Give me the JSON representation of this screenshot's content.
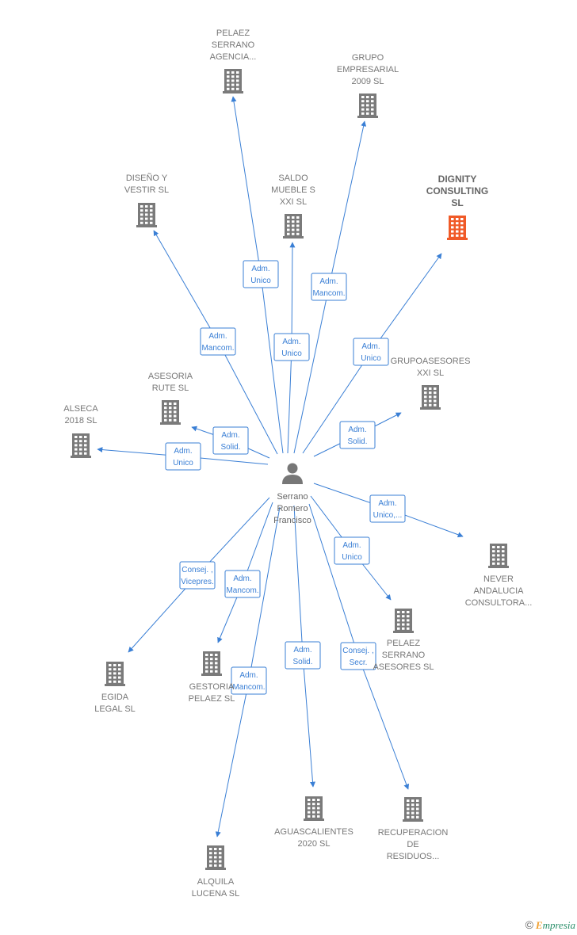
{
  "center": {
    "label_lines": [
      "Serrano",
      "Romero",
      "Francisco"
    ],
    "icon": "person-icon"
  },
  "colors": {
    "edge": "#3a7fd5",
    "building": "#7a7a7a",
    "building_highlight": "#f05a28"
  },
  "nodes": [
    {
      "id": "pelaez-serrano-agencia",
      "label_lines": [
        "PELAEZ",
        "SERRANO",
        "AGENCIA..."
      ],
      "highlight": false
    },
    {
      "id": "grupo-empresarial-2009",
      "label_lines": [
        "GRUPO",
        "EMPRESARIAL",
        "2009 SL"
      ],
      "highlight": false
    },
    {
      "id": "diseno-y-vestir",
      "label_lines": [
        "DISEÑO Y",
        "VESTIR SL"
      ],
      "highlight": false
    },
    {
      "id": "saldo-mueble",
      "label_lines": [
        "SALDO",
        "MUEBLE S",
        "XXI SL"
      ],
      "highlight": false
    },
    {
      "id": "dignity-consulting",
      "label_lines": [
        "DIGNITY",
        "CONSULTING",
        "SL"
      ],
      "highlight": true
    },
    {
      "id": "grupoasesores-xxi",
      "label_lines": [
        "GRUPOASESORES",
        "XXI SL"
      ],
      "highlight": false
    },
    {
      "id": "asesoria-rute",
      "label_lines": [
        "ASESORIA",
        "RUTE SL"
      ],
      "highlight": false
    },
    {
      "id": "alseca-2018",
      "label_lines": [
        "ALSECA",
        "2018 SL"
      ],
      "highlight": false
    },
    {
      "id": "never-andalucia",
      "label_lines": [
        "NEVER",
        "ANDALUCIA",
        "CONSULTORA..."
      ],
      "highlight": false
    },
    {
      "id": "pelaez-serrano-asesores",
      "label_lines": [
        "PELAEZ",
        "SERRANO",
        "ASESORES SL"
      ],
      "highlight": false
    },
    {
      "id": "egida-legal",
      "label_lines": [
        "EGIDA",
        "LEGAL SL"
      ],
      "highlight": false
    },
    {
      "id": "gestoria-pelaez",
      "label_lines": [
        "GESTORIA",
        "PELAEZ SL"
      ],
      "highlight": false
    },
    {
      "id": "aguascalientes-2020",
      "label_lines": [
        "AGUASCALIENTES",
        "2020 SL"
      ],
      "highlight": false
    },
    {
      "id": "recuperacion-residuos",
      "label_lines": [
        "RECUPERACION",
        "DE",
        "RESIDUOS..."
      ],
      "highlight": false
    },
    {
      "id": "alquila-lucena",
      "label_lines": [
        "ALQUILA",
        "LUCENA SL"
      ],
      "highlight": false
    }
  ],
  "edges": [
    {
      "to": "pelaez-serrano-agencia",
      "label_lines": [
        "Adm.",
        "Unico"
      ]
    },
    {
      "to": "grupo-empresarial-2009",
      "label_lines": [
        "Adm.",
        "Mancom."
      ]
    },
    {
      "to": "diseno-y-vestir",
      "label_lines": [
        "Adm.",
        "Mancom."
      ]
    },
    {
      "to": "saldo-mueble",
      "label_lines": [
        "Adm.",
        "Unico"
      ]
    },
    {
      "to": "dignity-consulting",
      "label_lines": [
        "Adm.",
        "Unico"
      ]
    },
    {
      "to": "grupoasesores-xxi",
      "label_lines": [
        "Adm.",
        "Solid."
      ]
    },
    {
      "to": "asesoria-rute",
      "label_lines": [
        "Adm.",
        "Solid."
      ]
    },
    {
      "to": "alseca-2018",
      "label_lines": [
        "Adm.",
        "Unico"
      ]
    },
    {
      "to": "never-andalucia",
      "label_lines": [
        "Adm.",
        "Unico,..."
      ]
    },
    {
      "to": "pelaez-serrano-asesores",
      "label_lines": [
        "Adm.",
        "Unico"
      ]
    },
    {
      "to": "egida-legal",
      "label_lines": [
        "Consej. ,",
        "Vicepres."
      ]
    },
    {
      "to": "gestoria-pelaez",
      "label_lines": [
        "Adm.",
        "Mancom."
      ]
    },
    {
      "to": "aguascalientes-2020",
      "label_lines": [
        "Adm.",
        "Solid."
      ]
    },
    {
      "to": "recuperacion-residuos",
      "label_lines": [
        "Consej. ,",
        "Secr."
      ]
    },
    {
      "to": "alquila-lucena",
      "label_lines": [
        "Adm.",
        "Mancom."
      ]
    }
  ],
  "footer": {
    "copyright_symbol": "©",
    "brand_initial": "E",
    "brand_rest": "mpresia"
  }
}
